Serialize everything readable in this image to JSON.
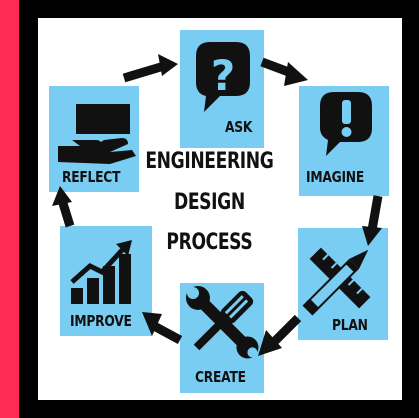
{
  "title": {
    "line1": "ENGINEERING",
    "line2": "DESIGN",
    "line3": "PROCESS"
  },
  "steps": {
    "ask": "ASK",
    "imagine": "IMAGINE",
    "plan": "PLAN",
    "create": "CREATE",
    "improve": "IMPROVE",
    "reflect": "REFLECT"
  },
  "colors": {
    "tile": "#79ccf2",
    "accent_bar": "#ff2a55",
    "ink": "#111111"
  },
  "icons": {
    "ask": "speech-bubble-question-icon",
    "imagine": "speech-bubble-exclamation-icon",
    "plan": "ruler-pencil-icon",
    "create": "wrench-screwdriver-icon",
    "improve": "bar-chart-growth-icon",
    "reflect": "hand-holding-paper-icon"
  }
}
